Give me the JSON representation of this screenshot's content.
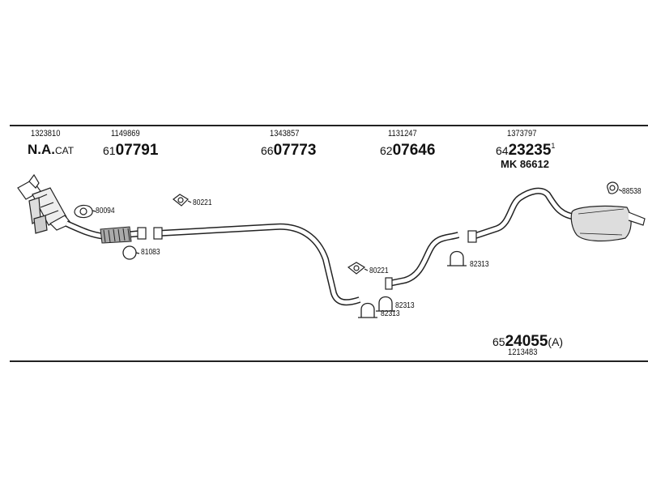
{
  "header": {
    "columns": [
      {
        "oem": "1323810",
        "title_main": "N.A.",
        "title_suffix": "CAT"
      },
      {
        "oem": "1149869",
        "part_prefix": "61",
        "part_main": "07791"
      },
      {
        "oem": "1343857",
        "part_prefix": "66",
        "part_main": "07773"
      },
      {
        "oem": "1131247",
        "part_prefix": "62",
        "part_main": "07646"
      },
      {
        "oem": "1373797",
        "part_prefix": "64",
        "part_main": "23235",
        "part_sup": "1",
        "mk": "MK  86612"
      }
    ]
  },
  "callouts": {
    "gasket_80094": "80094",
    "ring_81083": "81083",
    "gasket_80221_a": "80221",
    "gasket_80221_b": "80221",
    "clamp_82313_a": "82313",
    "clamp_82313_b": "82313",
    "clamp_82313_c": "82313",
    "hanger_88538": "88538"
  },
  "footer": {
    "part_prefix": "65",
    "part_main": "24055",
    "part_suffix": "(A)",
    "oem": "1213483"
  }
}
